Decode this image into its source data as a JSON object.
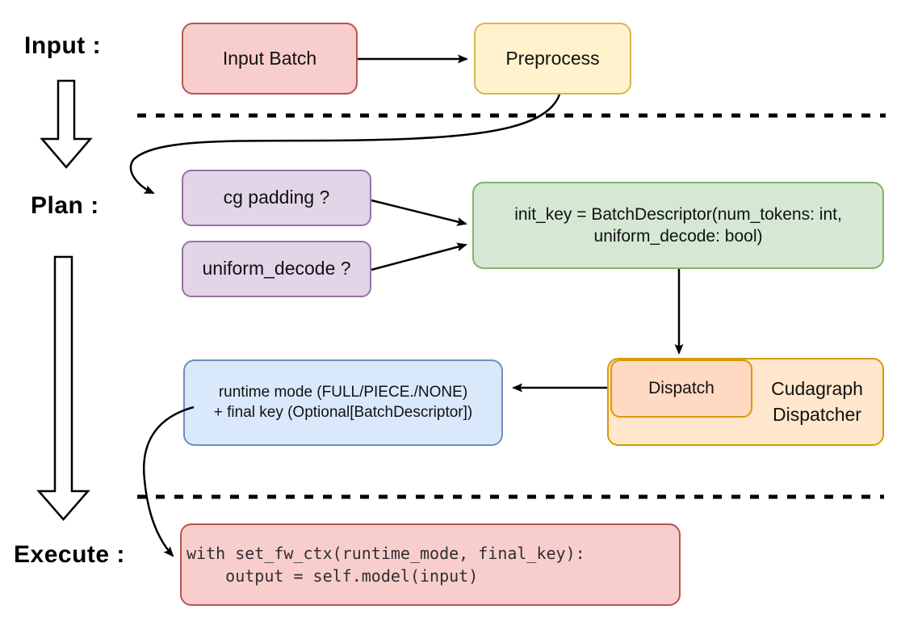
{
  "section_labels": {
    "input": "Input :",
    "plan": "Plan :",
    "execute": "Execute :"
  },
  "nodes": {
    "input_batch": {
      "label": "Input Batch",
      "fill": "#f8cecc",
      "border": "#b85450"
    },
    "preprocess": {
      "label": "Preprocess",
      "fill": "#fff2cc",
      "border": "#d6b656"
    },
    "cg_padding": {
      "label": "cg padding ?",
      "fill": "#e1d5e7",
      "border": "#9673a6"
    },
    "uniform_decode": {
      "label": "uniform_decode ?",
      "fill": "#e1d5e7",
      "border": "#9673a6"
    },
    "init_key": {
      "line1": "init_key = BatchDescriptor(num_tokens: int,",
      "line2": "uniform_decode: bool)",
      "fill": "#d5e8d4",
      "border": "#82b366"
    },
    "dispatch": {
      "label": "Dispatch",
      "fill": "#ffd9c2",
      "border": "#d79b00"
    },
    "cudagraph_dispatcher": {
      "line1": "Cudagraph",
      "line2": "Dispatcher",
      "fill": "#ffe6cc",
      "border": "#d79b00"
    },
    "runtime_result": {
      "line1": "runtime mode (FULL/PIECE./NONE)",
      "line2": "+ final key (Optional[BatchDescriptor])",
      "fill": "#dae8fc",
      "border": "#6c8ebf"
    },
    "execute_code": {
      "line1": "with set_fw_ctx(runtime_mode, final_key):",
      "line2": "    output = self.model(input)",
      "fill": "#f8cecc",
      "border": "#b85450"
    }
  },
  "connector_color": "#000000"
}
